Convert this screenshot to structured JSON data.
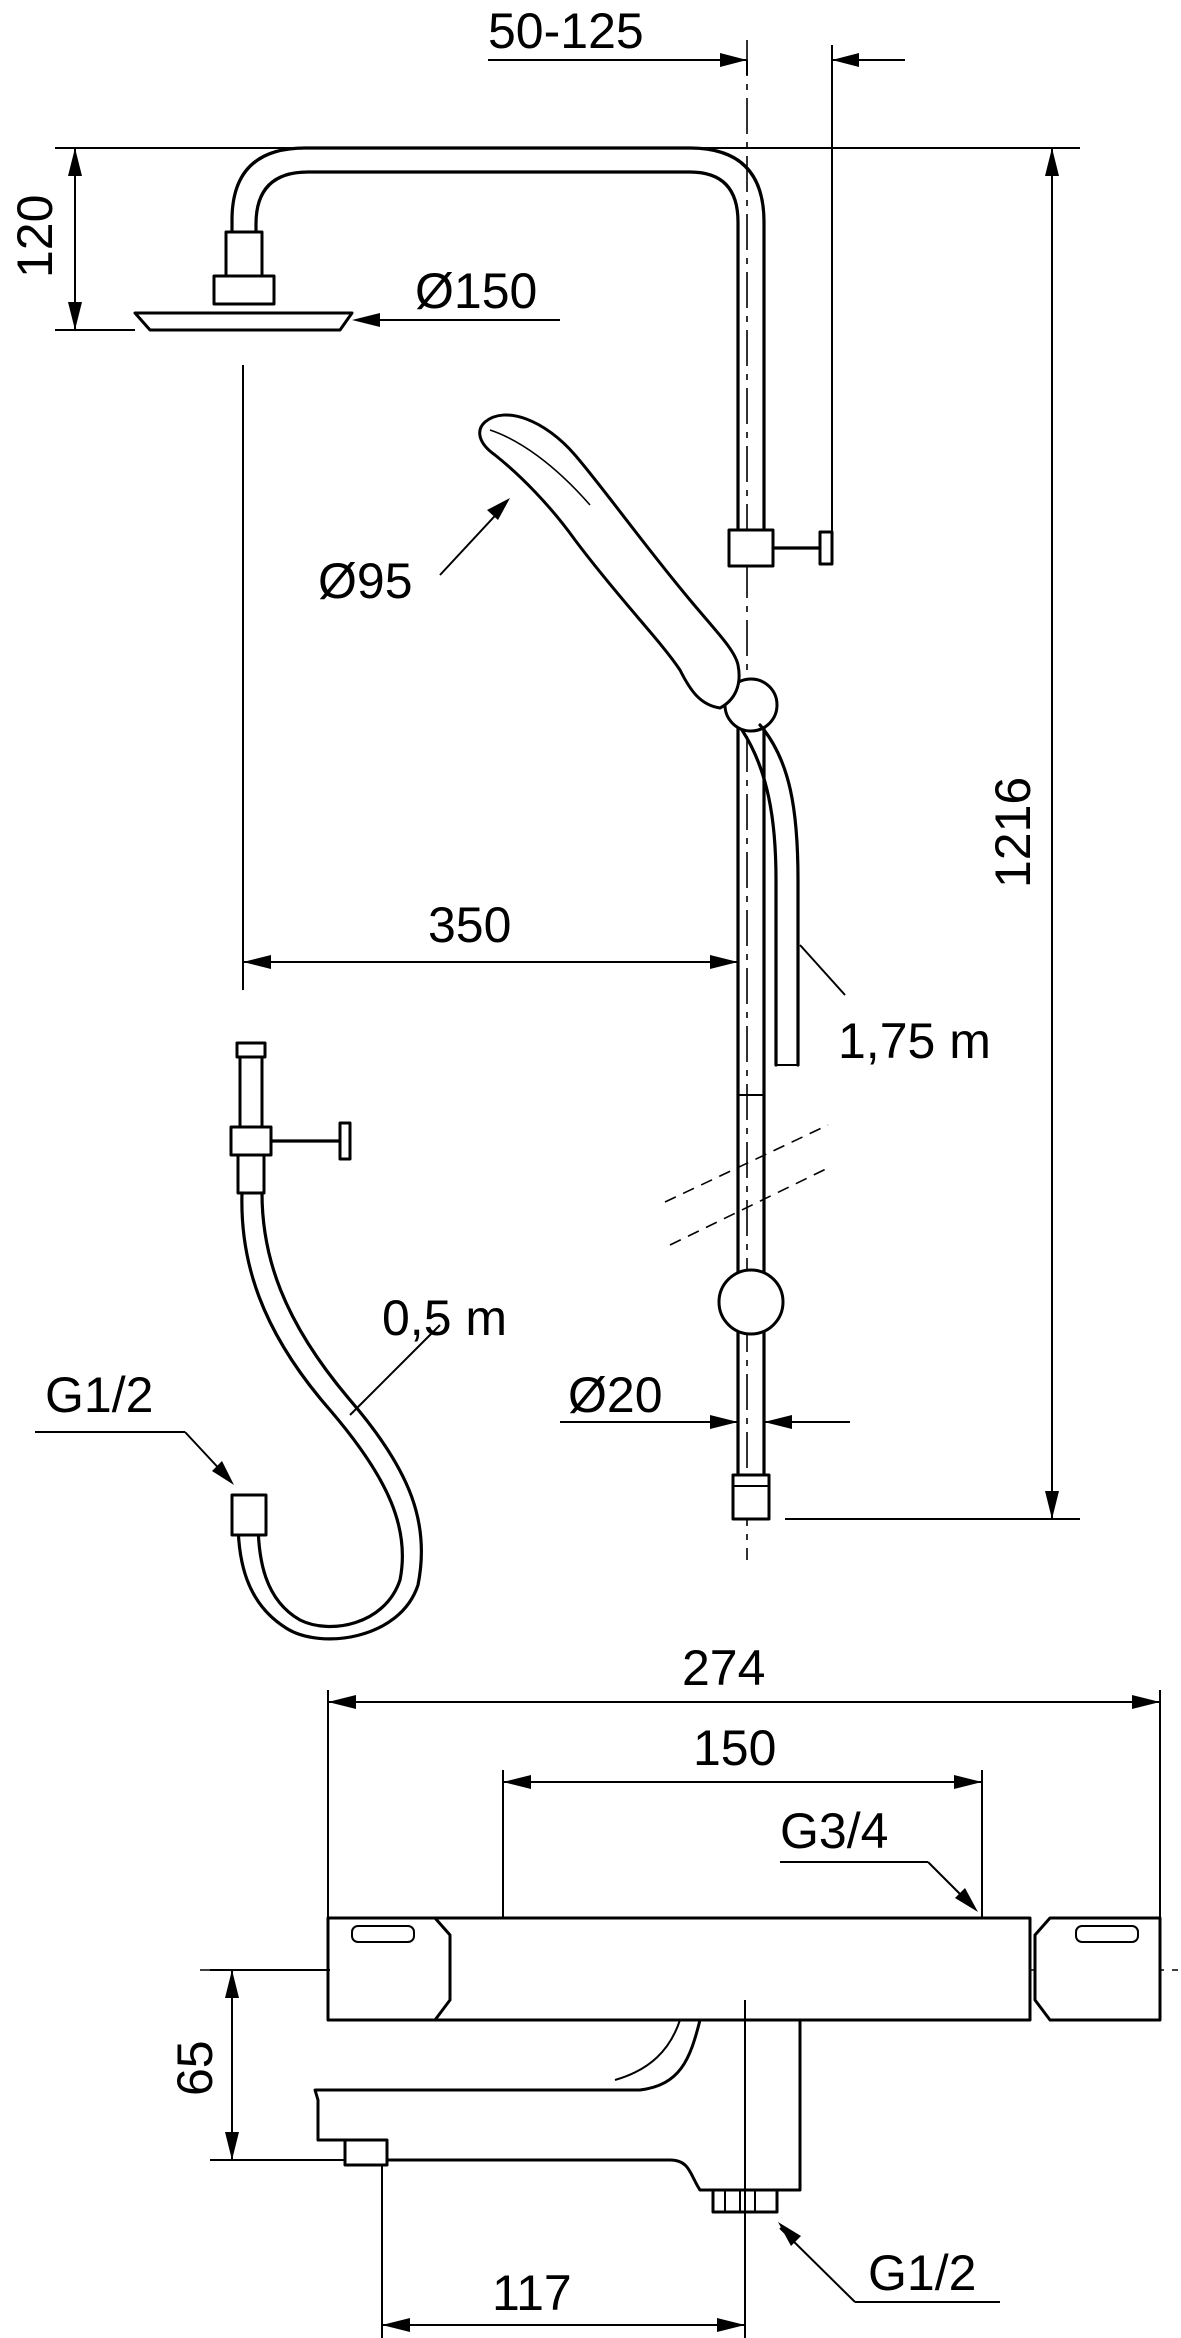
{
  "dimensions": {
    "bar_offset": "50-125",
    "arm_height": "120",
    "head_shower_diameter": "Ø150",
    "hand_shower_diameter": "Ø95",
    "total_height": "1216",
    "arm_reach": "350",
    "hose_length": "1,75 m",
    "short_hose_length": "0,5 m",
    "hose_thread": "G1/2",
    "bar_diameter": "Ø20",
    "mixer_width": "274",
    "mixer_centers": "150",
    "inlet_thread": "G3/4",
    "spout_height": "65",
    "spout_projection": "117",
    "outlet_thread": "G1/2"
  },
  "colors": {
    "line": "#000000",
    "background": "#ffffff"
  }
}
